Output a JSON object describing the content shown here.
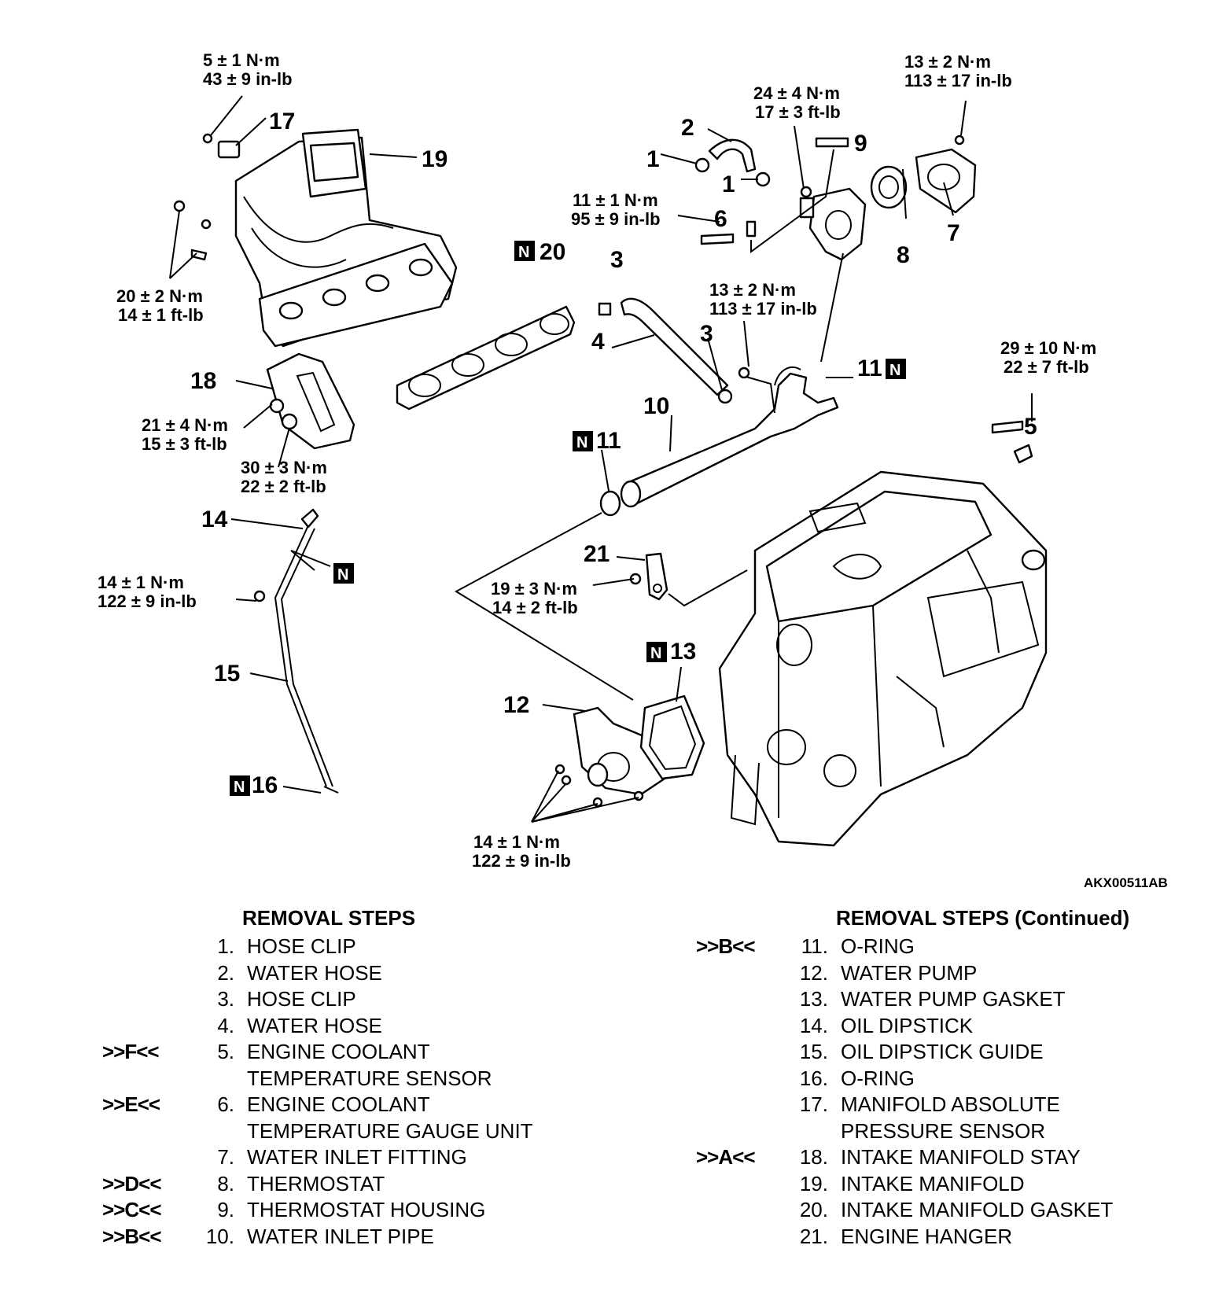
{
  "figure_id": "AKX00511AB",
  "torque_specs": {
    "t17_a": "5 ± 1 N·m",
    "t17_b": "43 ± 9 in-lb",
    "t9_a": "24 ± 4 N·m",
    "t9_b": "17 ± 3 ft-lb",
    "t7_a": "13 ± 2 N·m",
    "t7_b": "113 ± 17 in-lb",
    "t6_a": "11 ± 1 N·m",
    "t6_b": "95 ± 9 in-lb",
    "t19_a": "20 ± 2 N·m",
    "t19_b": "14 ± 1 ft-lb",
    "t10_a": "13 ± 2 N·m",
    "t10_b": "113 ± 17 in-lb",
    "t5_a": "29 ± 10 N·m",
    "t5_b": "22 ± 7 ft-lb",
    "t18a_a": "21 ± 4 N·m",
    "t18a_b": "15 ± 3 ft-lb",
    "t18b_a": "30 ± 3 N·m",
    "t18b_b": "22 ± 2 ft-lb",
    "t15_a": "14 ± 1 N·m",
    "t15_b": "122 ± 9 in-lb",
    "t21_a": "19 ± 3 N·m",
    "t21_b": "14 ± 2 ft-lb",
    "t12_a": "14 ± 1 N·m",
    "t12_b": "122 ± 9 in-lb"
  },
  "callouts": {
    "c1a": "1",
    "c1b": "1",
    "c2": "2",
    "c3a": "3",
    "c3b": "3",
    "c4": "4",
    "c5": "5",
    "c6": "6",
    "c7": "7",
    "c8": "8",
    "c9": "9",
    "c10": "10",
    "c11a": "11",
    "c11b": "11",
    "c12": "12",
    "c13": "13",
    "c14": "14",
    "c15": "15",
    "c16": "16",
    "c17": "17",
    "c18": "18",
    "c19": "19",
    "c20": "20",
    "c21": "21"
  },
  "new_part_marker": "N",
  "left_column": {
    "title": "REMOVAL STEPS",
    "steps": [
      {
        "mark": "",
        "num": "1.",
        "text": "HOSE CLIP"
      },
      {
        "mark": "",
        "num": "2.",
        "text": "WATER HOSE"
      },
      {
        "mark": "",
        "num": "3.",
        "text": "HOSE CLIP"
      },
      {
        "mark": "",
        "num": "4.",
        "text": "WATER HOSE"
      },
      {
        "mark": ">>F<<",
        "num": "5.",
        "text": "ENGINE COOLANT"
      },
      {
        "mark": "",
        "num": "",
        "text": "TEMPERATURE SENSOR"
      },
      {
        "mark": ">>E<<",
        "num": "6.",
        "text": "ENGINE COOLANT"
      },
      {
        "mark": "",
        "num": "",
        "text": "TEMPERATURE GAUGE UNIT"
      },
      {
        "mark": "",
        "num": "7.",
        "text": "WATER INLET FITTING"
      },
      {
        "mark": ">>D<<",
        "num": "8.",
        "text": "THERMOSTAT"
      },
      {
        "mark": ">>C<<",
        "num": "9.",
        "text": "THERMOSTAT HOUSING"
      },
      {
        "mark": ">>B<<",
        "num": "10.",
        "text": "WATER INLET PIPE"
      }
    ]
  },
  "right_column": {
    "title": "REMOVAL STEPS (Continued)",
    "steps": [
      {
        "mark": ">>B<<",
        "num": "11.",
        "text": "O-RING"
      },
      {
        "mark": "",
        "num": "12.",
        "text": "WATER PUMP"
      },
      {
        "mark": "",
        "num": "13.",
        "text": "WATER PUMP GASKET"
      },
      {
        "mark": "",
        "num": "14.",
        "text": "OIL DIPSTICK"
      },
      {
        "mark": "",
        "num": "15.",
        "text": "OIL DIPSTICK GUIDE"
      },
      {
        "mark": "",
        "num": "16.",
        "text": "O-RING"
      },
      {
        "mark": "",
        "num": "17.",
        "text": "MANIFOLD ABSOLUTE"
      },
      {
        "mark": "",
        "num": "",
        "text": "PRESSURE SENSOR"
      },
      {
        "mark": ">>A<<",
        "num": "18.",
        "text": "INTAKE MANIFOLD STAY"
      },
      {
        "mark": "",
        "num": "19.",
        "text": "INTAKE MANIFOLD"
      },
      {
        "mark": "",
        "num": "20.",
        "text": "INTAKE MANIFOLD GASKET"
      },
      {
        "mark": "",
        "num": "21.",
        "text": "ENGINE HANGER"
      }
    ]
  }
}
